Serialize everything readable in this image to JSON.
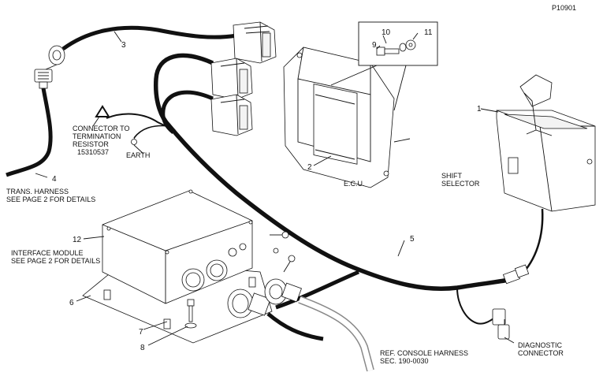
{
  "figure_id": "P10901",
  "callouts": {
    "c1": "1",
    "c2": "2",
    "c3": "3",
    "c4": "4",
    "c5": "5",
    "c6": "6",
    "c7": "7",
    "c8": "8",
    "c9": "9",
    "c10": "10",
    "c11": "11",
    "c12": "12"
  },
  "labels": {
    "connector_line1": "CONNECTOR TO",
    "connector_line2": "TERMINATION",
    "connector_line3": "RESISTOR",
    "connector_line4": "15310537",
    "earth": "EARTH",
    "trans_line1": "TRANS. HARNESS",
    "trans_line2": "SEE PAGE 2 FOR DETAILS",
    "ecu": "E.C.U.",
    "shift_line1": "SHIFT",
    "shift_line2": "SELECTOR",
    "interface_line1": "INTERFACE MODULE",
    "interface_line2": "SEE PAGE 2 FOR DETAILS",
    "ref_line1": "REF. CONSOLE HARNESS",
    "ref_line2": "SEC. 190-0030",
    "diag_line1": "DIAGNOSTIC",
    "diag_line2": "CONNECTOR"
  }
}
